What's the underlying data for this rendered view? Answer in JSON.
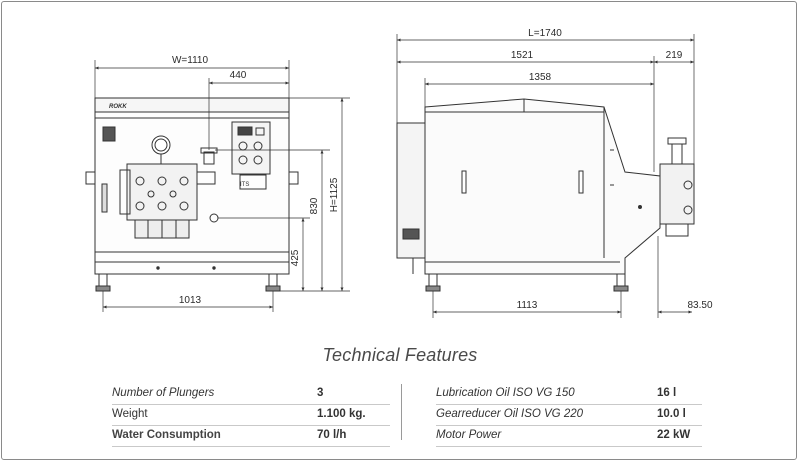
{
  "brand_label": "ROKK",
  "dimensions": {
    "front": {
      "width": "W=1110",
      "offset_top": "440",
      "height_total": "H=1125",
      "height_outlet": "830",
      "height_inlet": "425",
      "base_width": "1013"
    },
    "side": {
      "length_total": "L=1740",
      "length_body": "1521",
      "motor_offset": "219",
      "length_inner": "1358",
      "base_length": "1113",
      "end_offset": "83.50"
    },
    "panel_text": "ITS"
  },
  "technical": {
    "title": "Technical Features",
    "left": [
      {
        "label": "Number of Plungers",
        "value": "3"
      },
      {
        "label": "Weight",
        "value": "1.100 kg."
      },
      {
        "label": "Water Consumption",
        "value": "70 l/h"
      }
    ],
    "right": [
      {
        "label": "Lubrication Oil ISO VG 150",
        "value": "16 l"
      },
      {
        "label": "Gearreducer Oil ISO VG 220",
        "value": "10.0 l"
      },
      {
        "label": "Motor Power",
        "value": "22 kW"
      }
    ]
  }
}
